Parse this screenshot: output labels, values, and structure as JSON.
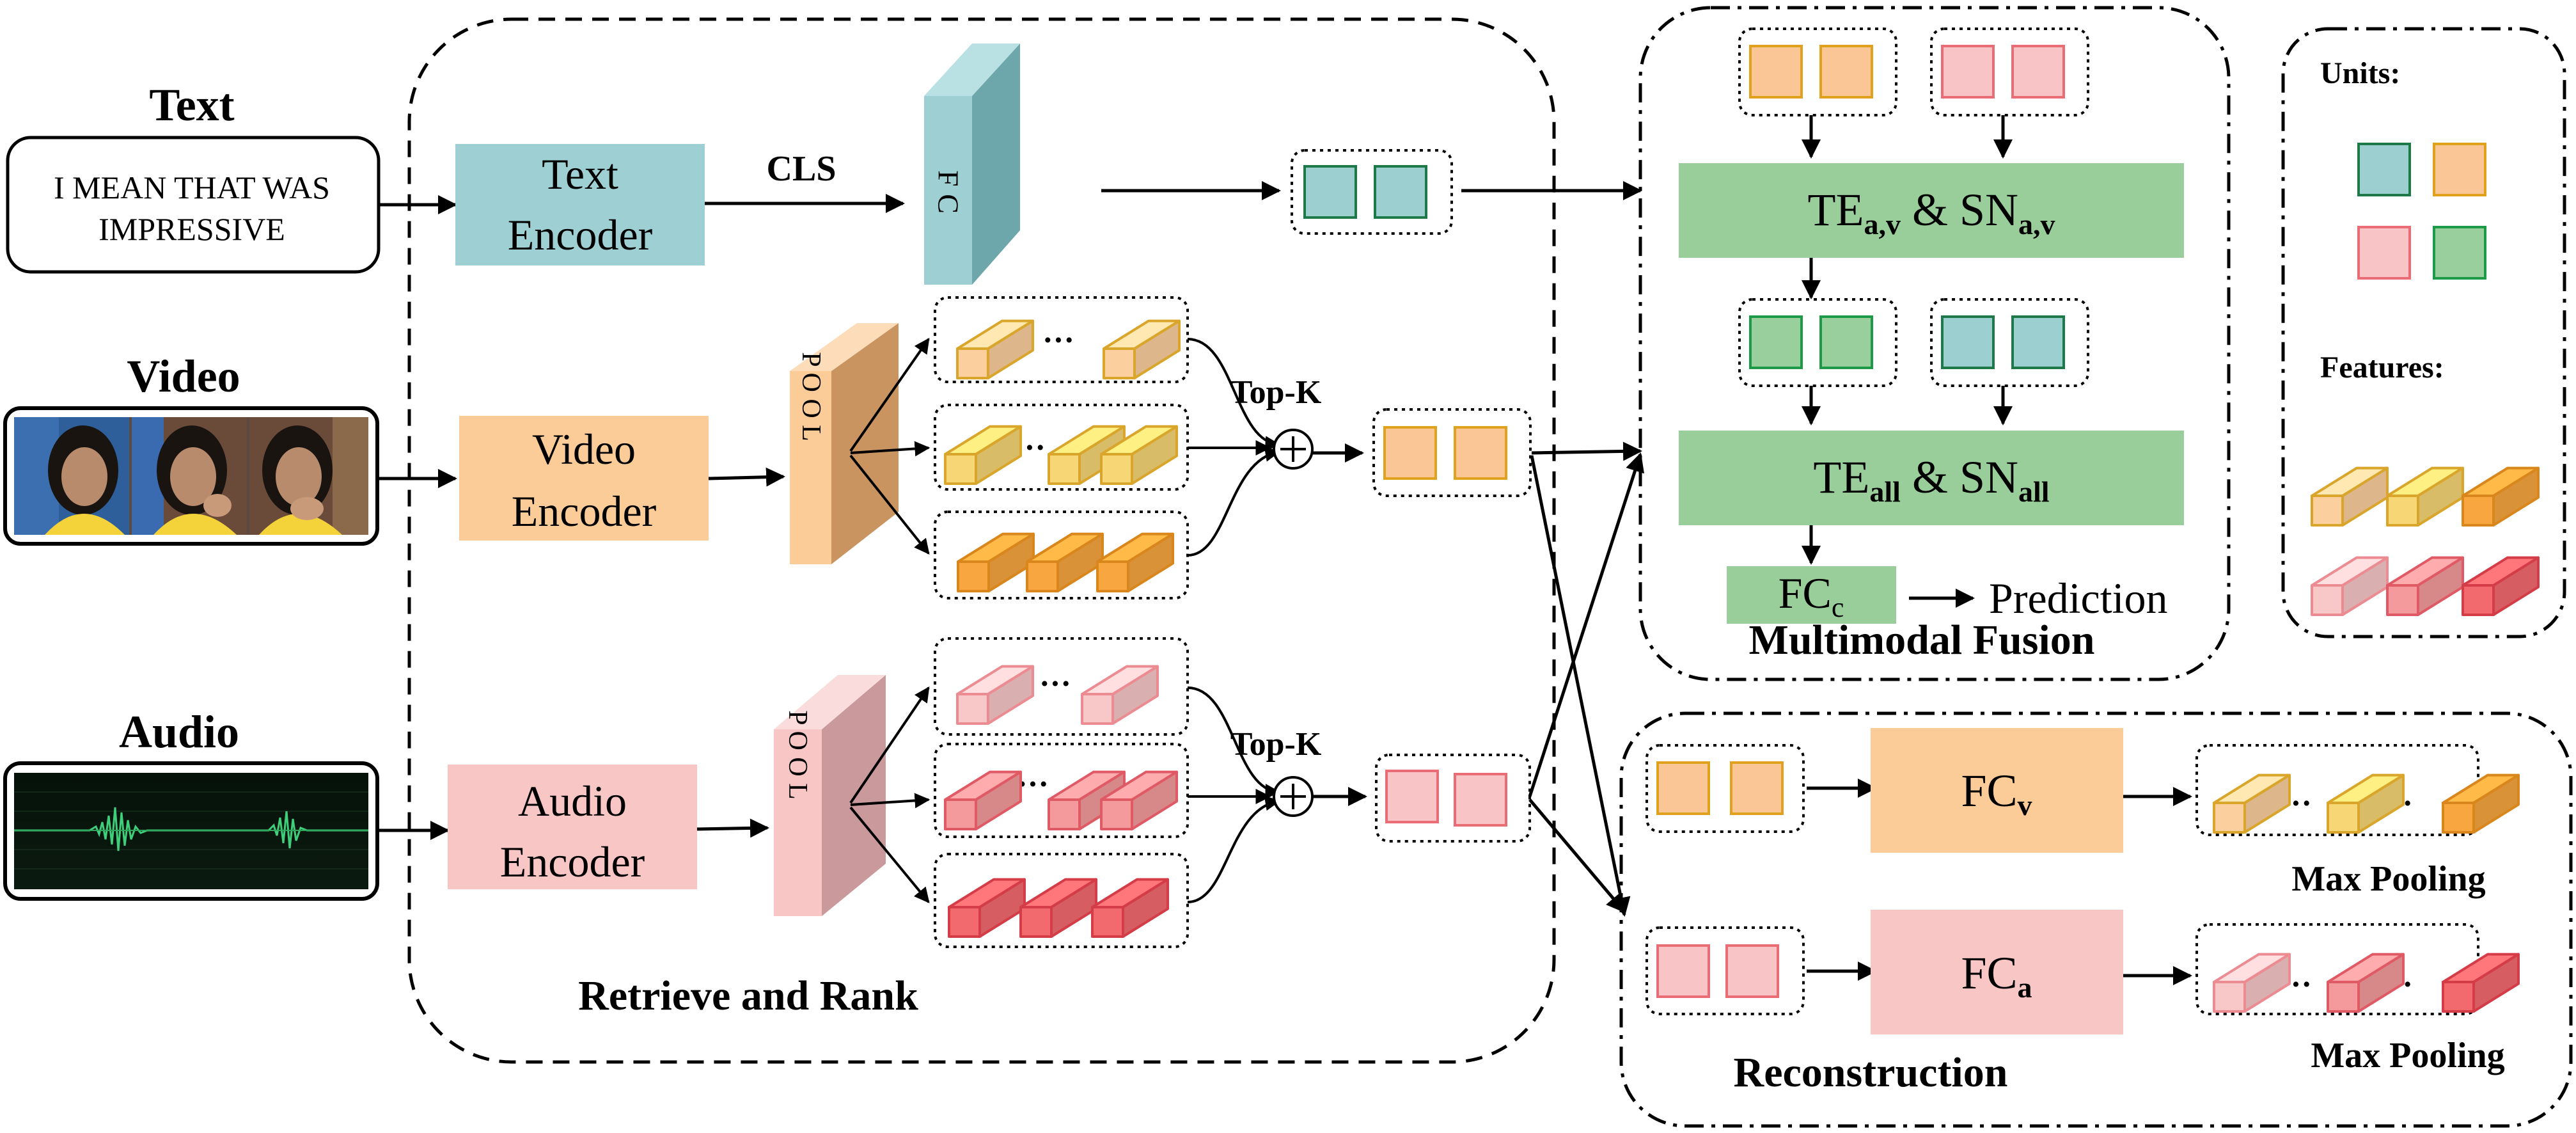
{
  "inputs": {
    "text_title": "Text",
    "text_box_line1": "I MEAN THAT WAS",
    "text_box_line2": "IMPRESSIVE",
    "video_title": "Video",
    "audio_title": "Audio"
  },
  "encoders": {
    "text_line1": "Text",
    "text_line2": "Encoder",
    "video_line1": "Video",
    "video_line2": "Encoder",
    "audio_line1": "Audio",
    "audio_line2": "Encoder"
  },
  "labels": {
    "cls": "CLS",
    "fc": "F C",
    "pool": "P O O L",
    "topk": "Top-K",
    "ellipsis": "···",
    "retrieve_rank": "Retrieve and Rank",
    "multimodal_fusion": "Multimodal Fusion",
    "reconstruction": "Reconstruction",
    "max_pooling": "Max Pooling",
    "units": "Units:",
    "features": "Features:",
    "prediction": "Prediction"
  },
  "fusion": {
    "te_av_main": "TE",
    "te_av_sub": "a,v",
    "sn_av_main": "SN",
    "sn_av_sub": "a,v",
    "te_all_main": "TE",
    "te_all_sub": "all",
    "sn_all_main": "SN",
    "sn_all_sub": "all",
    "amp": " & ",
    "fcc_main": "FC",
    "fcc_sub": "c"
  },
  "recon": {
    "fcv_main": "FC",
    "fcv_sub": "v",
    "fca_main": "FC",
    "fca_sub": "a"
  },
  "colors": {
    "text_enc": "#9ed0d3",
    "video_enc": "#fbcb98",
    "audio_enc": "#f9c6c6",
    "fusion_green": "#99ce9b",
    "unit_teal": "#9ccfd0",
    "unit_orange": "#fbc695",
    "unit_pink": "#f9c4c6",
    "unit_green": "#99cf9c",
    "feat_yellow": "#f7d676",
    "feat_orange": "#f7a640",
    "feat_lightpink": "#f8c7c8",
    "feat_pink": "#f49a9c",
    "feat_red": "#f36a6e"
  }
}
